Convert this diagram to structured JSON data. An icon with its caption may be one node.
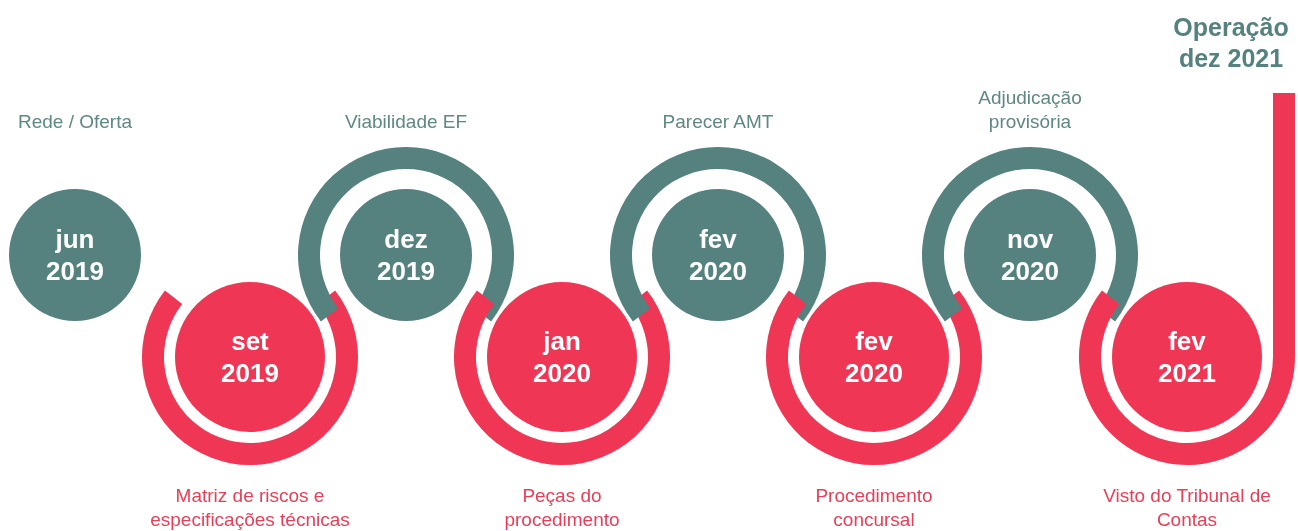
{
  "diagram": {
    "nodes": [
      {
        "text": [
          "jun 2019"
        ],
        "beside": [
          "Rede / Oferta"
        ]
      },
      {
        "text": [
          "set 2019"
        ],
        "beside": [
          "Matriz de riscos e especificações técnicas"
        ]
      },
      {
        "text": [
          "dez 2019"
        ],
        "beside": [
          "Viabilidade EF"
        ]
      },
      {
        "text": [
          "jan 2020"
        ],
        "beside": [
          "Peças do procedimento"
        ]
      },
      {
        "text": [
          "fev 2020"
        ],
        "beside": [
          "Parecer AMT"
        ]
      },
      {
        "text": [
          "fev 2020"
        ],
        "beside": [
          "Procedimento concursal"
        ]
      },
      {
        "text": [
          "nov 2020"
        ],
        "beside": [
          "Adjudicação provisória"
        ]
      },
      {
        "text": [
          "fev 2021"
        ],
        "beside": [
          "Visto do Tribunal de Contas"
        ]
      }
    ],
    "labels": [
      "Operação dez 2021"
    ]
  }
}
